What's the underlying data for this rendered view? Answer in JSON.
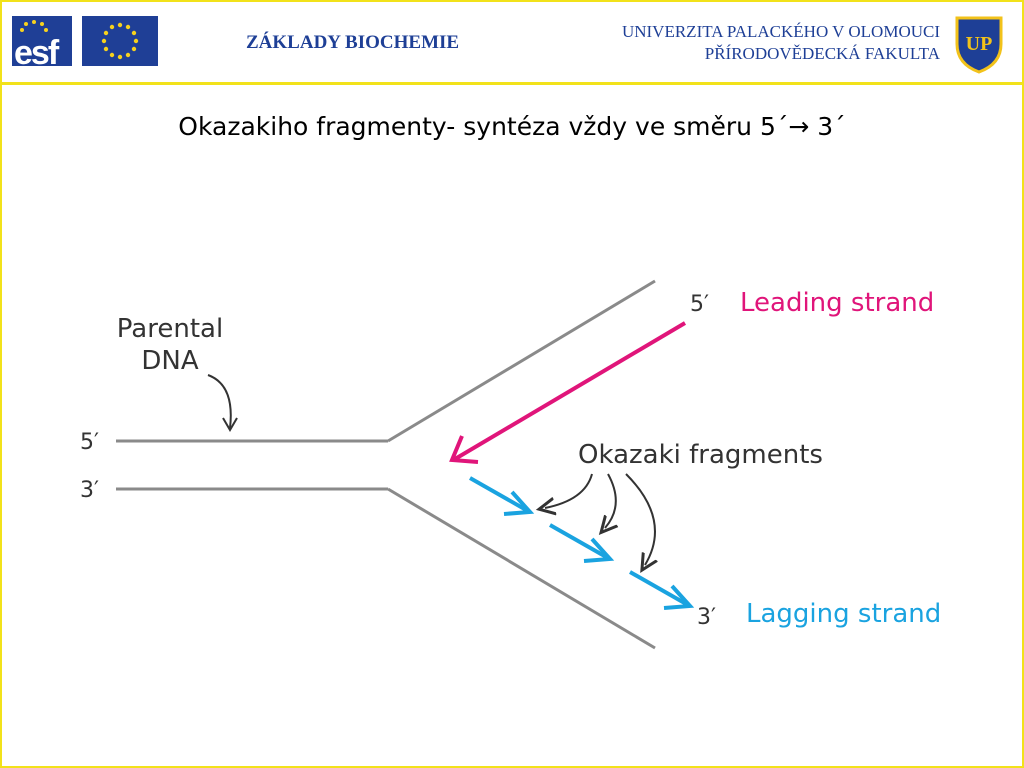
{
  "header": {
    "logo_esf": "esf",
    "course_title": "ZÁKLADY BIOCHEMIE",
    "university_line1": "UNIVERZITA PALACKÉHO V OLOMOUCI",
    "university_line2": "PŘÍRODOVĚDECKÁ FAKULTA",
    "crest_letters": "UP"
  },
  "slide": {
    "title": "Okazakiho fragmenty- syntéza vždy ve směru 5´→ 3´"
  },
  "diagram": {
    "parental_label_line1": "Parental",
    "parental_label_line2": "DNA",
    "left_top_end": "5′",
    "left_bottom_end": "3′",
    "leading_end": "5′",
    "leading_label": "Leading strand",
    "okazaki_label": "Okazaki fragments",
    "lagging_end": "3′",
    "lagging_label": "Lagging strand"
  },
  "colors": {
    "accent_yellow": "#f2e21a",
    "brand_blue": "#1e3f96",
    "strand_gray": "#8a8a8a",
    "leading_magenta": "#e0157a",
    "lagging_cyan": "#1aa3e0"
  }
}
